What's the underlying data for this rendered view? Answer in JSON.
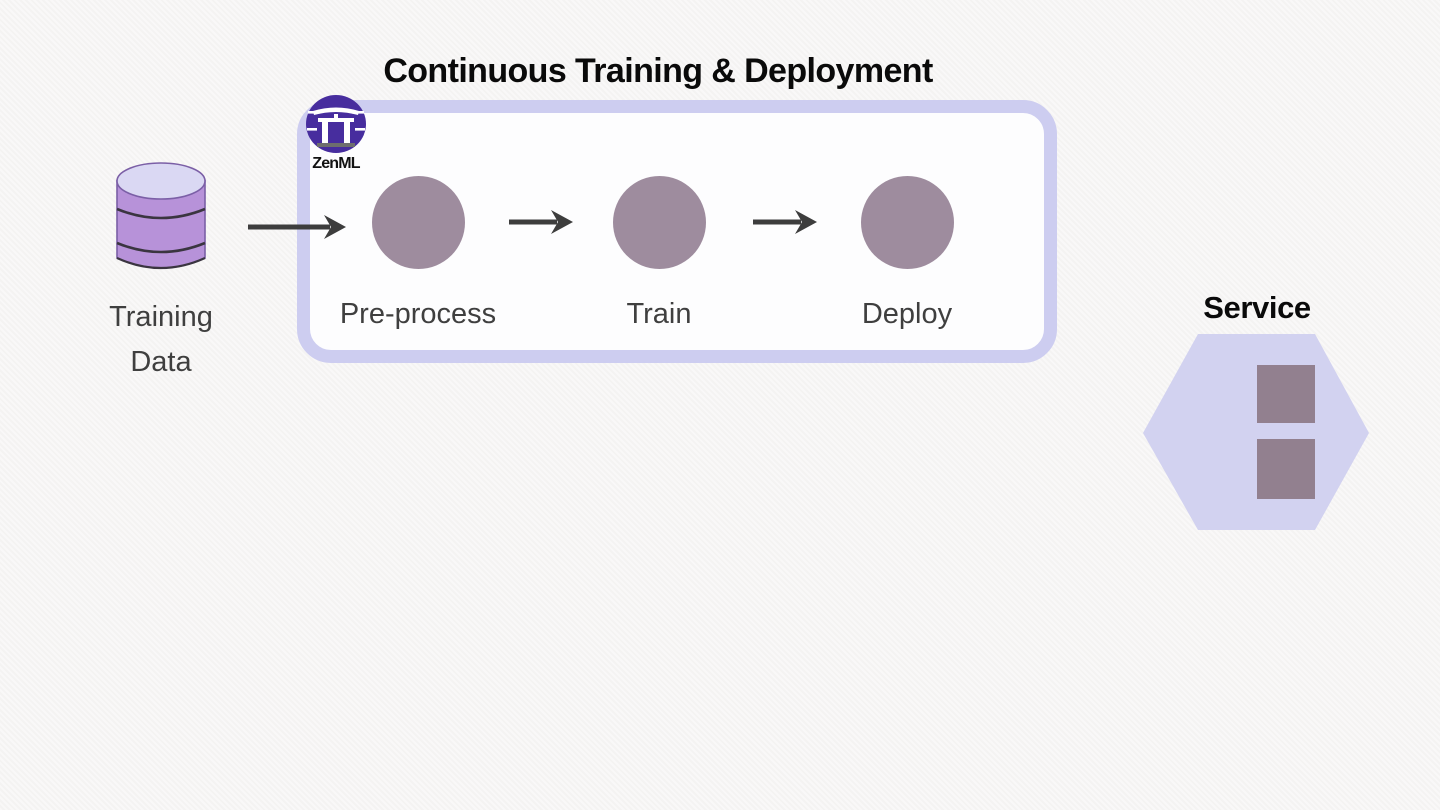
{
  "title": "Continuous Training & Deployment",
  "source": {
    "label_lines": [
      "Training",
      "Data"
    ]
  },
  "pipeline": {
    "brand": "ZenML",
    "steps": [
      {
        "label": "Pre-process"
      },
      {
        "label": "Train"
      },
      {
        "label": "Deploy"
      }
    ]
  },
  "service": {
    "label": "Service",
    "container_count": 2
  },
  "icons": {
    "database": "database-icon",
    "zenml": "zenml-torii-icon",
    "hexagon": "service-hexagon"
  },
  "colors": {
    "background": "#f6f5f4",
    "box_border": "#cdcdf0",
    "box_fill": "#fdfdfe",
    "node_fill": "#9e8c9e",
    "arrow": "#3d3d3d",
    "cylinder_body": "#b792d9",
    "cylinder_top": "#dad8f3",
    "hexagon_fill": "#d2d2f0",
    "square_fill": "#92808f",
    "logo_purple": "#472d9e",
    "text_dark": "#3f3f3f",
    "title_color": "#0a0a0a"
  }
}
